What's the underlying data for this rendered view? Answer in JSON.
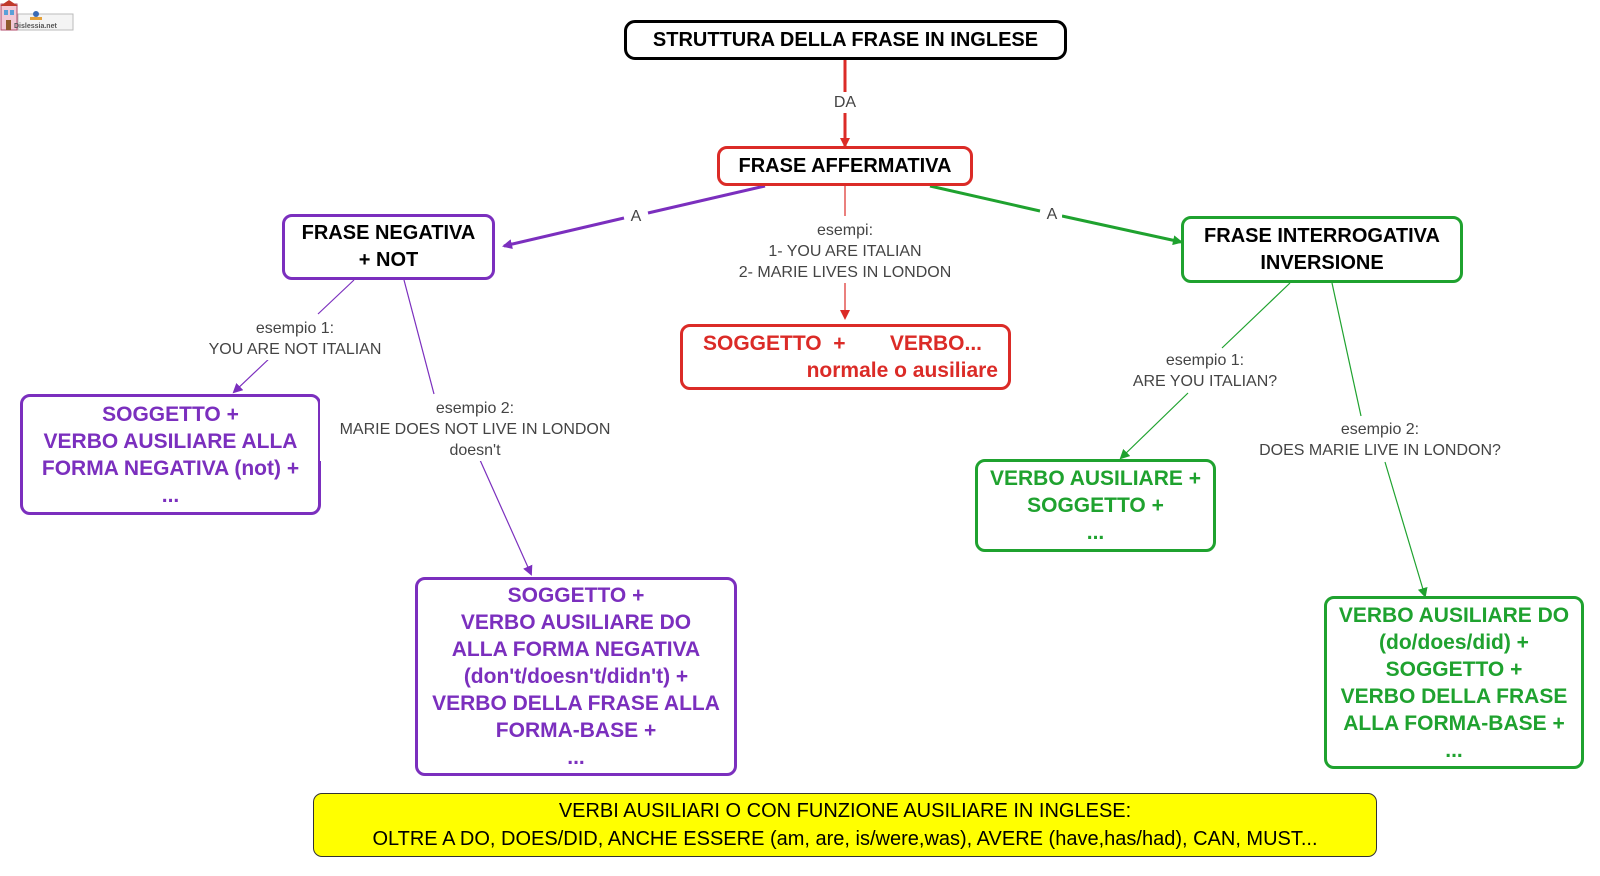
{
  "logo": {
    "text": "Dislessia.net"
  },
  "root": {
    "text": "STRUTTURA DELLA FRASE IN INGLESE"
  },
  "edge_root": {
    "label": "DA"
  },
  "affermativa": {
    "title": "FRASE AFFERMATIVA",
    "examples": [
      "esempi:",
      "1- YOU ARE ITALIAN",
      "2- MARIE LIVES IN LONDON"
    ],
    "result": {
      "line1_left": "SOGGETTO  +",
      "line1_right": "VERBO...",
      "line2": "normale o ausiliare"
    }
  },
  "edge_neg": {
    "label": "A"
  },
  "edge_int": {
    "label": "A"
  },
  "negativa": {
    "title_lines": [
      "FRASE NEGATIVA",
      "+ NOT"
    ],
    "example1": [
      "esempio 1:",
      "YOU ARE NOT ITALIAN"
    ],
    "result1": [
      "SOGGETTO +",
      "VERBO AUSILIARE ALLA",
      "FORMA NEGATIVA (not) +",
      "..."
    ],
    "example2": [
      "esempio 2:",
      "MARIE DOES NOT LIVE IN LONDON",
      "doesn't"
    ],
    "result2": [
      "SOGGETTO +",
      "VERBO AUSILIARE DO",
      "ALLA FORMA NEGATIVA",
      "(don't/doesn't/didn't) +",
      "VERBO DELLA FRASE ALLA",
      "FORMA-BASE +",
      "..."
    ]
  },
  "interrogativa": {
    "title_lines": [
      "FRASE INTERROGATIVA",
      "INVERSIONE"
    ],
    "example1": [
      "esempio 1:",
      "ARE YOU ITALIAN?"
    ],
    "result1": [
      "VERBO AUSILIARE +",
      "SOGGETTO +",
      "..."
    ],
    "example2": [
      "esempio 2:",
      "DOES MARIE LIVE IN LONDON?"
    ],
    "result2": [
      "VERBO AUSILIARE DO",
      "(do/does/did) +",
      "SOGGETTO +",
      "VERBO DELLA FRASE",
      "ALLA FORMA-BASE +",
      "..."
    ]
  },
  "footer": {
    "line1": "VERBI AUSILIARI O CON FUNZIONE AUSILIARE IN INGLESE:",
    "line2": "OLTRE A DO, DOES/DID, ANCHE ESSERE (am, are, is/were,was), AVERE (have,has/had), CAN, MUST..."
  },
  "colors": {
    "negative": "#7b2fbe",
    "interrogative": "#1fa22f",
    "affirmative": "#db2b27",
    "root": "#000000",
    "footer_bg": "#ffff00"
  }
}
